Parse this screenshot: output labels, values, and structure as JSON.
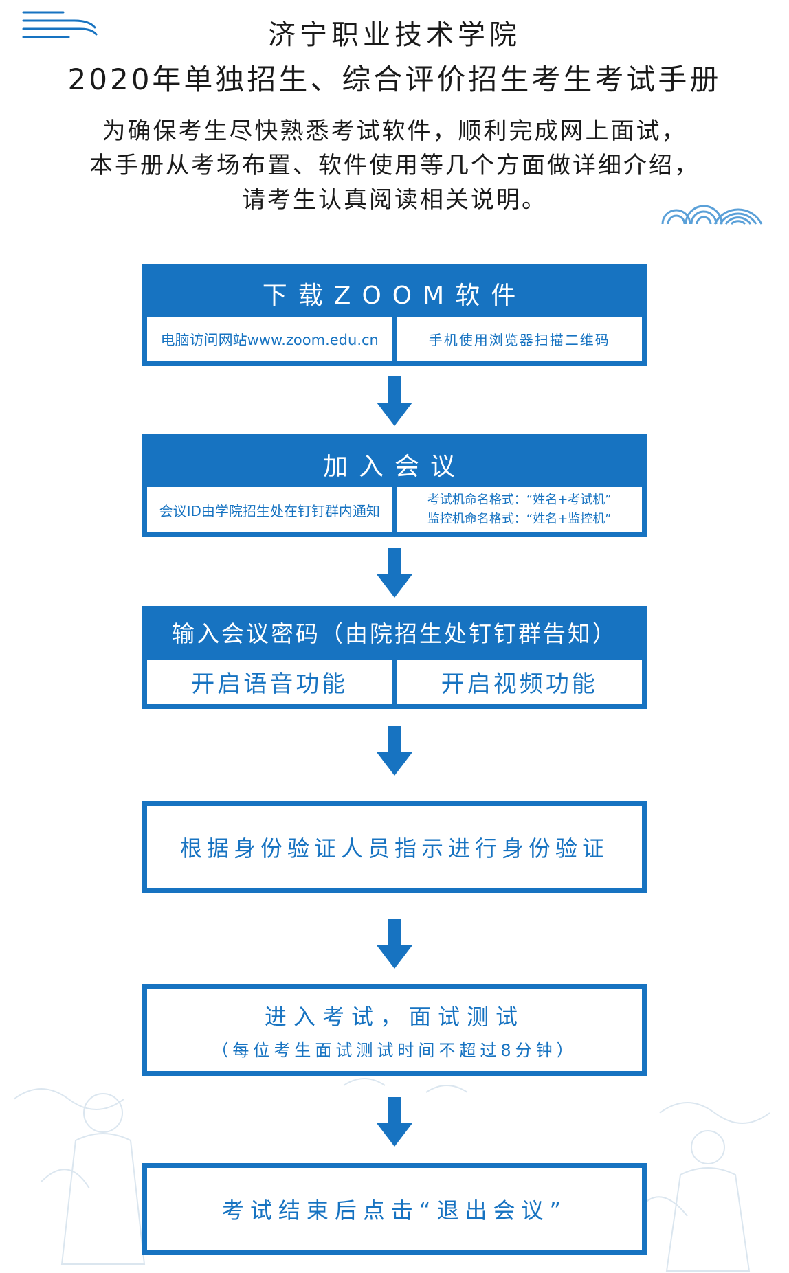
{
  "header": {
    "school": "济宁职业技术学院",
    "title": "2020年单独招生、综合评价招生考生考试手册",
    "intro": [
      "为确保考生尽快熟悉考试软件，顺利完成网上面试，",
      "本手册从考场布置、软件使用等几个方面做详细介绍，",
      "请考生认真阅读相关说明。"
    ]
  },
  "steps": {
    "download": {
      "title": "下载ZOOM软件",
      "pc": "电脑访问网站www.zoom.edu.cn",
      "mobile": "手机使用浏览器扫描二维码"
    },
    "join": {
      "title": "加入会议",
      "meeting_id": "会议ID由学院招生处在钉钉群内通知",
      "exam_naming": "考试机命名格式：“姓名+考试机”",
      "monitor_naming": "监控机命名格式：“姓名+监控机”"
    },
    "password": {
      "title": "输入会议密码（由院招生处钉钉群告知）",
      "audio": "开启语音功能",
      "video": "开启视频功能"
    },
    "verify": {
      "text": "根据身份验证人员指示进行身份验证"
    },
    "exam": {
      "title": "进入考试，面试测试",
      "note": "（每位考生面试测试时间不超过8分钟）"
    },
    "exit": {
      "text": "考试结束后点击“退出会议”"
    }
  },
  "colors": {
    "primary": "#1773c1",
    "text": "#1a1a1a"
  }
}
